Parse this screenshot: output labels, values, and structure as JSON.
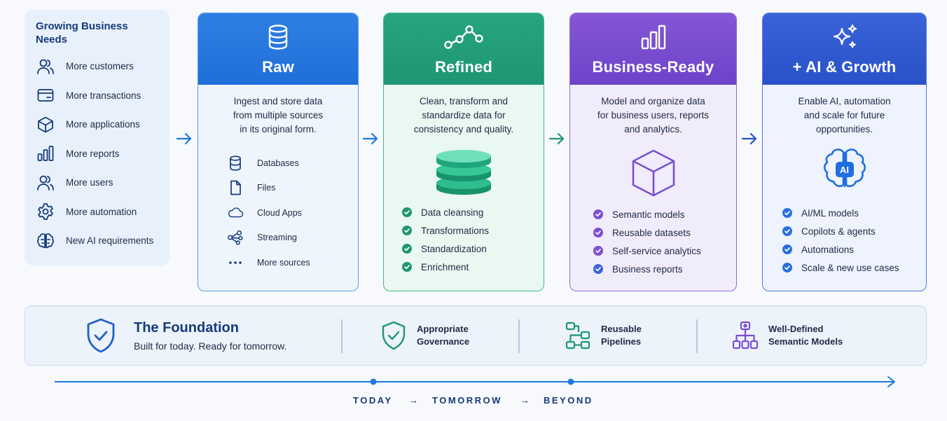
{
  "needs": {
    "title": "Growing Business Needs",
    "items": [
      {
        "icon": "users-icon",
        "label": "More customers"
      },
      {
        "icon": "card-icon",
        "label": "More transactions"
      },
      {
        "icon": "cube-icon",
        "label": "More applications"
      },
      {
        "icon": "bar-chart-icon",
        "label": "More reports"
      },
      {
        "icon": "users-icon",
        "label": "More users"
      },
      {
        "icon": "gear-icon",
        "label": "More automation"
      },
      {
        "icon": "brain-icon",
        "label": "New AI requirements"
      }
    ]
  },
  "stages": {
    "raw": {
      "name": "Raw",
      "desc1": "Ingest and store data",
      "desc2": "from multiple sources",
      "desc3": "in its original form.",
      "sources": [
        {
          "icon": "database-icon",
          "label": "Databases"
        },
        {
          "icon": "file-icon",
          "label": "Files"
        },
        {
          "icon": "cloud-icon",
          "label": "Cloud Apps"
        },
        {
          "icon": "share-icon",
          "label": "Streaming"
        },
        {
          "icon": "dots-icon",
          "label": "More sources"
        }
      ]
    },
    "refined": {
      "name": "Refined",
      "desc1": "Clean, transform and",
      "desc2": "standardize data for",
      "desc3": "consistency and quality.",
      "checks": [
        "Data cleansing",
        "Transformations",
        "Standardization",
        "Enrichment"
      ]
    },
    "business": {
      "name": "Business-Ready",
      "desc1": "Model and organize data",
      "desc2": "for business users, reports",
      "desc3": "and analytics.",
      "checks": [
        "Semantic models",
        "Reusable datasets",
        "Self-service analytics",
        "Business reports"
      ]
    },
    "ai": {
      "name": "+ AI & Growth",
      "desc1": "Enable AI, automation",
      "desc2": "and scale for future",
      "desc3": "opportunities.",
      "badge": "AI",
      "checks": [
        "AI/ML models",
        "Copilots & agents",
        "Automations",
        "Scale & new use cases"
      ]
    }
  },
  "foundation": {
    "title": "The Foundation",
    "subtitle": "Built for today. Ready for tomorrow.",
    "pillars": [
      {
        "line1": "Appropriate",
        "line2": "Governance"
      },
      {
        "line1": "Reusable",
        "line2": "Pipelines"
      },
      {
        "line1": "Well-Defined",
        "line2": "Semantic Models"
      }
    ]
  },
  "timeline": {
    "labels": [
      "TODAY",
      "TOMORROW",
      "BEYOND"
    ],
    "separator": "→"
  },
  "colors": {
    "navy": "#163a7a",
    "raw": "#2f7fe3",
    "refined": "#27a57e",
    "business": "#7b4fd1",
    "ai": "#3b63d9",
    "arrow": "#1f7ae0"
  }
}
